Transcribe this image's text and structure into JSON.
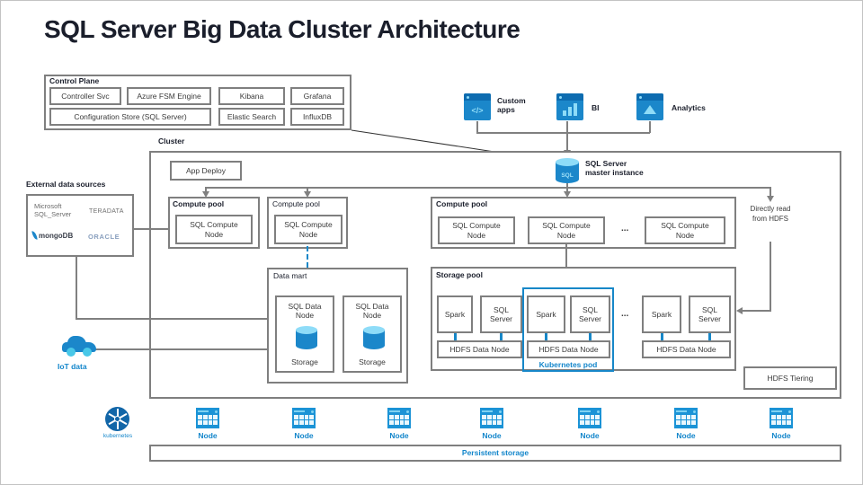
{
  "title": "SQL Server Big Data Cluster Architecture",
  "control_plane": {
    "label": "Control Plane",
    "controller_svc": "Controller Svc",
    "azure_fsm_engine": "Azure FSM Engine",
    "kibana": "Kibana",
    "grafana": "Grafana",
    "configuration_store": "Configuration Store (SQL Server)",
    "elastic_search": "Elastic Search",
    "influxdb": "InfluxDB"
  },
  "consumers": {
    "custom_apps": "Custom apps",
    "bi": "BI",
    "analytics": "Analytics"
  },
  "cluster": {
    "label": "Cluster",
    "app_deploy": "App Deploy",
    "master_line1": "SQL Server",
    "master_line2": "master instance",
    "master_icon_text": "SQL"
  },
  "external_sources": {
    "label": "External data sources",
    "microsoft_line1": "Microsoft",
    "microsoft_line2": "SQL_Server",
    "teradata": "TERADATA",
    "mongodb": "mongoDB",
    "oracle": "ORACLE"
  },
  "compute": {
    "pool1_label": "Compute pool",
    "pool2_label": "Compute pool",
    "pool3_label": "Compute pool",
    "node_line1": "SQL Compute",
    "node_line2": "Node",
    "ellipsis": "..."
  },
  "data_mart": {
    "label": "Data mart",
    "node_line1": "SQL Data",
    "node_line2": "Node",
    "storage": "Storage"
  },
  "storage_pool": {
    "label": "Storage pool",
    "spark": "Spark",
    "sql_server_line1": "SQL",
    "sql_server_line2": "Server",
    "hdfs_data_node": "HDFS Data Node",
    "kubernetes_pod": "Kubernetes pod",
    "ellipsis": "..."
  },
  "annotations": {
    "directly_read": "Directly read from HDFS",
    "hdfs_tiering": "HDFS Tiering",
    "iot_data": "IoT data",
    "kubernetes": "kubernetes",
    "node": "Node",
    "persistent_storage": "Persistent storage"
  },
  "colors": {
    "accent_blue": "#1787c8",
    "dark_blue": "#1266a8",
    "light_blue": "#8edcf8",
    "line_gray": "#808080",
    "text_dark": "#1a1e2b"
  }
}
